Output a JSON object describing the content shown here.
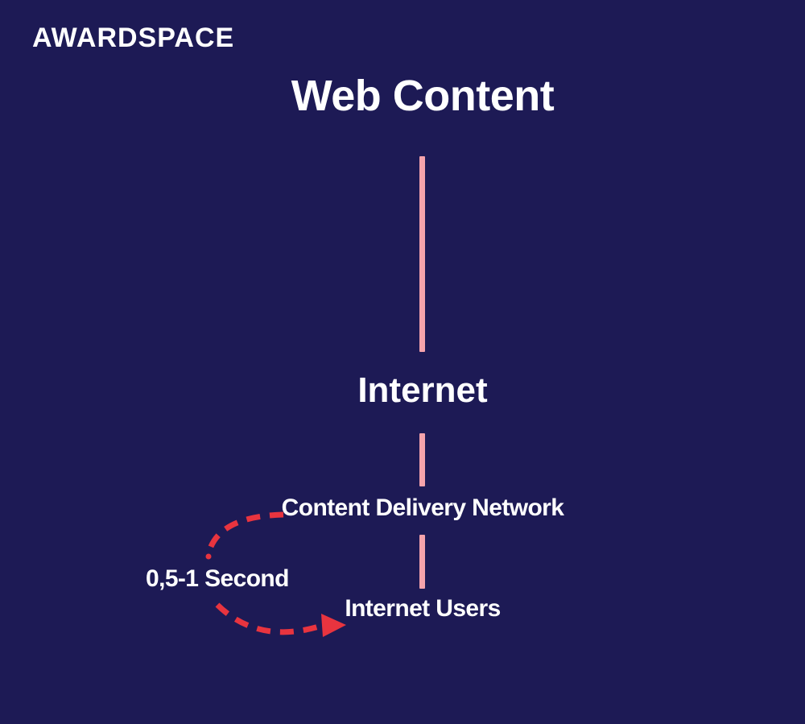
{
  "colors": {
    "background": "#1d1a55",
    "line_pink": "#f5a3ac",
    "arrow_red": "#e8343f",
    "text": "#ffffff"
  },
  "brand": {
    "logo_text": "AWARDSPACE"
  },
  "diagram": {
    "title": "Web Content",
    "nodes": [
      {
        "id": "internet",
        "label": "Internet"
      },
      {
        "id": "cdn",
        "label": "Content Delivery Network"
      },
      {
        "id": "internet-users",
        "label": "Internet Users"
      }
    ],
    "annotation": {
      "label": "0,5-1 Second"
    },
    "connectors": {
      "style": "solid pink vertical lines between levels",
      "bypass_arrow": "red dashed arc from Content Delivery Network around annotation to Internet Users"
    }
  }
}
